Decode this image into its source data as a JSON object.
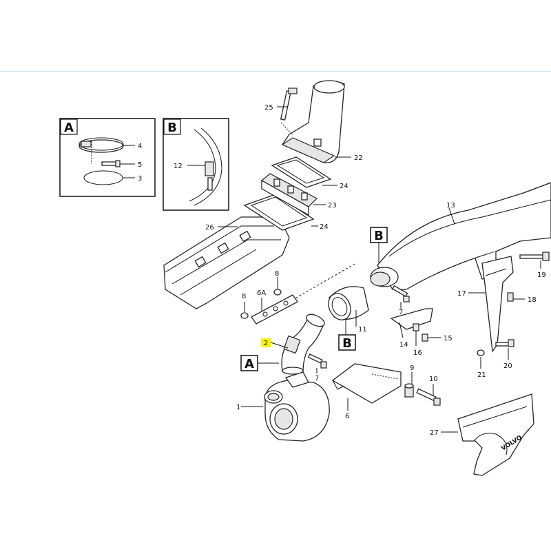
{
  "diagram": {
    "detail_boxes": [
      {
        "id": "detail-a",
        "label": "A",
        "parts": [
          "4",
          "5",
          "3"
        ]
      },
      {
        "id": "detail-b",
        "label": "B",
        "parts": [
          "12"
        ]
      }
    ],
    "callouts": {
      "a": "A",
      "b_upper": "B",
      "b_lower": "B"
    },
    "part_numbers": {
      "p1": "1",
      "p2": "2",
      "p3": "3",
      "p4": "4",
      "p5": "5",
      "p6": "6",
      "p6a": "6A",
      "p7a": "7",
      "p7b": "7",
      "p8a": "8",
      "p8b": "8",
      "p9": "9",
      "p10": "10",
      "p11": "11",
      "p12": "12",
      "p13": "13",
      "p14": "14",
      "p15": "15",
      "p16": "16",
      "p17": "17",
      "p18": "18",
      "p19": "19",
      "p20": "20",
      "p21": "21",
      "p22": "22",
      "p23": "23",
      "p24a": "24",
      "p24b": "24",
      "p25": "25",
      "p26": "26",
      "p27": "27"
    },
    "highlighted_part": "2",
    "highlight_color": "#fff200",
    "brand_mark": "VOLVO"
  }
}
